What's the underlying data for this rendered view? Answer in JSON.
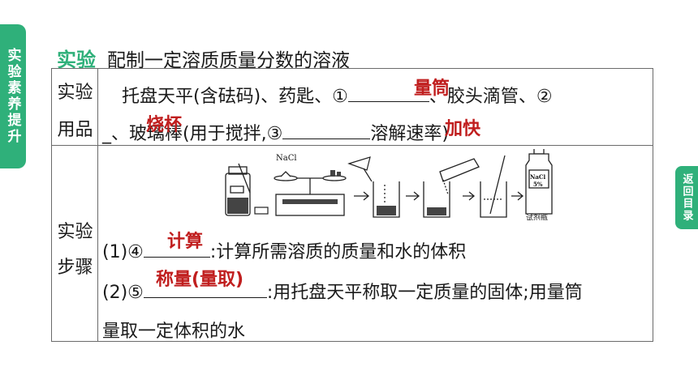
{
  "sidebar_left": {
    "label": "实验素养提升"
  },
  "sidebar_right": {
    "label": "返回目录"
  },
  "title": {
    "tag": "实验",
    "text": "配制一定溶质质量分数的溶液"
  },
  "table": {
    "row1": {
      "label_top": "实验",
      "label_bottom": "用品",
      "line1_a": "托盘天平(含砝码)、药匙、①",
      "line1_b": "、胶头滴管、②",
      "line2_a": "_、玻璃棒(用于搅拌,③",
      "line2_b": "溶解速率)",
      "answers": {
        "a1": "量筒",
        "a2": "烧杯",
        "a3": "加快"
      }
    },
    "row2": {
      "label_top": "实验",
      "label_bottom": "步骤",
      "step1_prefix": "(1)④",
      "step1_text": ":计算所需溶质的质量和水的体积",
      "step2_prefix": "(2)⑤",
      "step2_text": ":用托盘天平称取一定质量的固体;用量筒",
      "step2_cont": "量取一定体积的水",
      "answers": {
        "a4": "计算",
        "a5": "称量(量取)"
      },
      "figure_labels": {
        "nacl_top": "NaCl",
        "bottle_nacl": "NaCl",
        "bottle_pct": "5%",
        "bottle_caption": "试剂瓶"
      }
    }
  }
}
